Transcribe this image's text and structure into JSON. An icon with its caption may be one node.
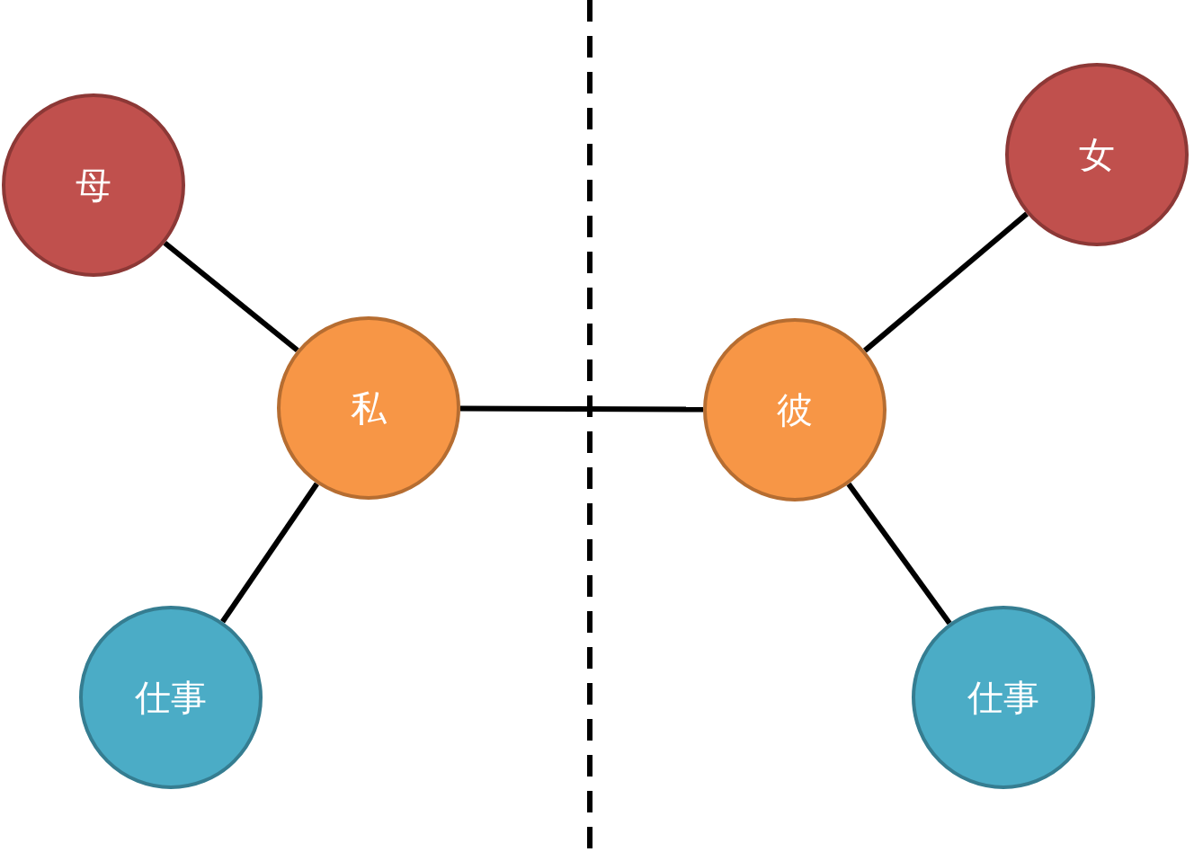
{
  "diagram": {
    "nodes": [
      {
        "text": [
          "母"
        ]
      },
      {
        "text": [
          "私"
        ]
      },
      {
        "text": [
          "仕事"
        ]
      },
      {
        "text": [
          "女"
        ]
      },
      {
        "text": [
          "彼"
        ]
      },
      {
        "text": [
          "仕事"
        ]
      }
    ],
    "edges": [
      {
        "from": 0,
        "to": 1,
        "arrow": "none"
      },
      {
        "from": 1,
        "to": 2,
        "arrow": "none"
      },
      {
        "from": 1,
        "to": 4,
        "arrow": "none"
      },
      {
        "from": 4,
        "to": 3,
        "arrow": "none"
      },
      {
        "from": 4,
        "to": 5,
        "arrow": "none"
      }
    ]
  }
}
